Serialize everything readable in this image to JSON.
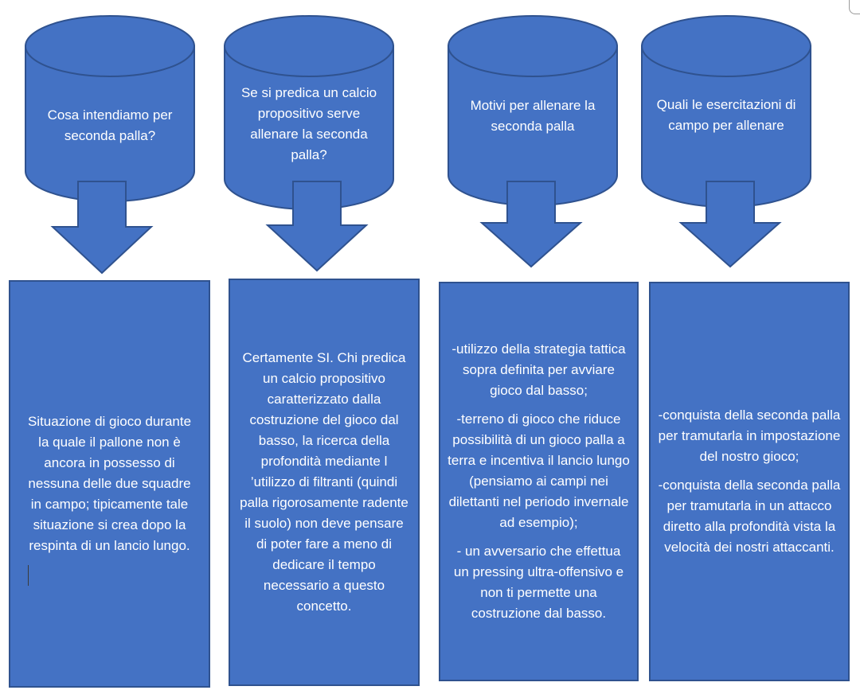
{
  "columns": [
    {
      "question": "Cosa intendiamo per seconda palla?",
      "paragraphs": [
        "Situazione di gioco durante la quale il pallone non è ancora in possesso di nessuna delle due squadre in campo; tipicamente tale situazione si crea dopo la respinta di un lancio lungo."
      ]
    },
    {
      "question": "Se si predica un calcio propositivo serve allenare la seconda palla?",
      "paragraphs": [
        "Certamente SI. Chi predica un calcio propositivo caratterizzato dalla costruzione del gioco dal basso, la ricerca della profondità mediante l ’utilizzo di filtranti (quindi palla rigorosamente radente il suolo) non deve pensare di poter fare a meno di dedicare il tempo necessario a questo concetto."
      ]
    },
    {
      "question": "Motivi per allenare la seconda palla",
      "paragraphs": [
        "-utilizzo della strategia tattica sopra definita per avviare gioco dal basso;",
        "-terreno di gioco che riduce possibilità di un gioco palla a terra e incentiva il lancio lungo (pensiamo ai campi nei dilettanti nel periodo invernale ad esempio);",
        "- un avversario che effettua un pressing ultra-offensivo e non ti permette una costruzione dal basso."
      ]
    },
    {
      "question": "Quali le esercitazioni di campo per allenare",
      "paragraphs": [
        "-conquista della seconda palla per tramutarla in impostazione del nostro gioco;",
        "-conquista della seconda palla per tramutarla in un attacco diretto alla profondità vista la velocità dei nostri attaccanti."
      ]
    }
  ]
}
